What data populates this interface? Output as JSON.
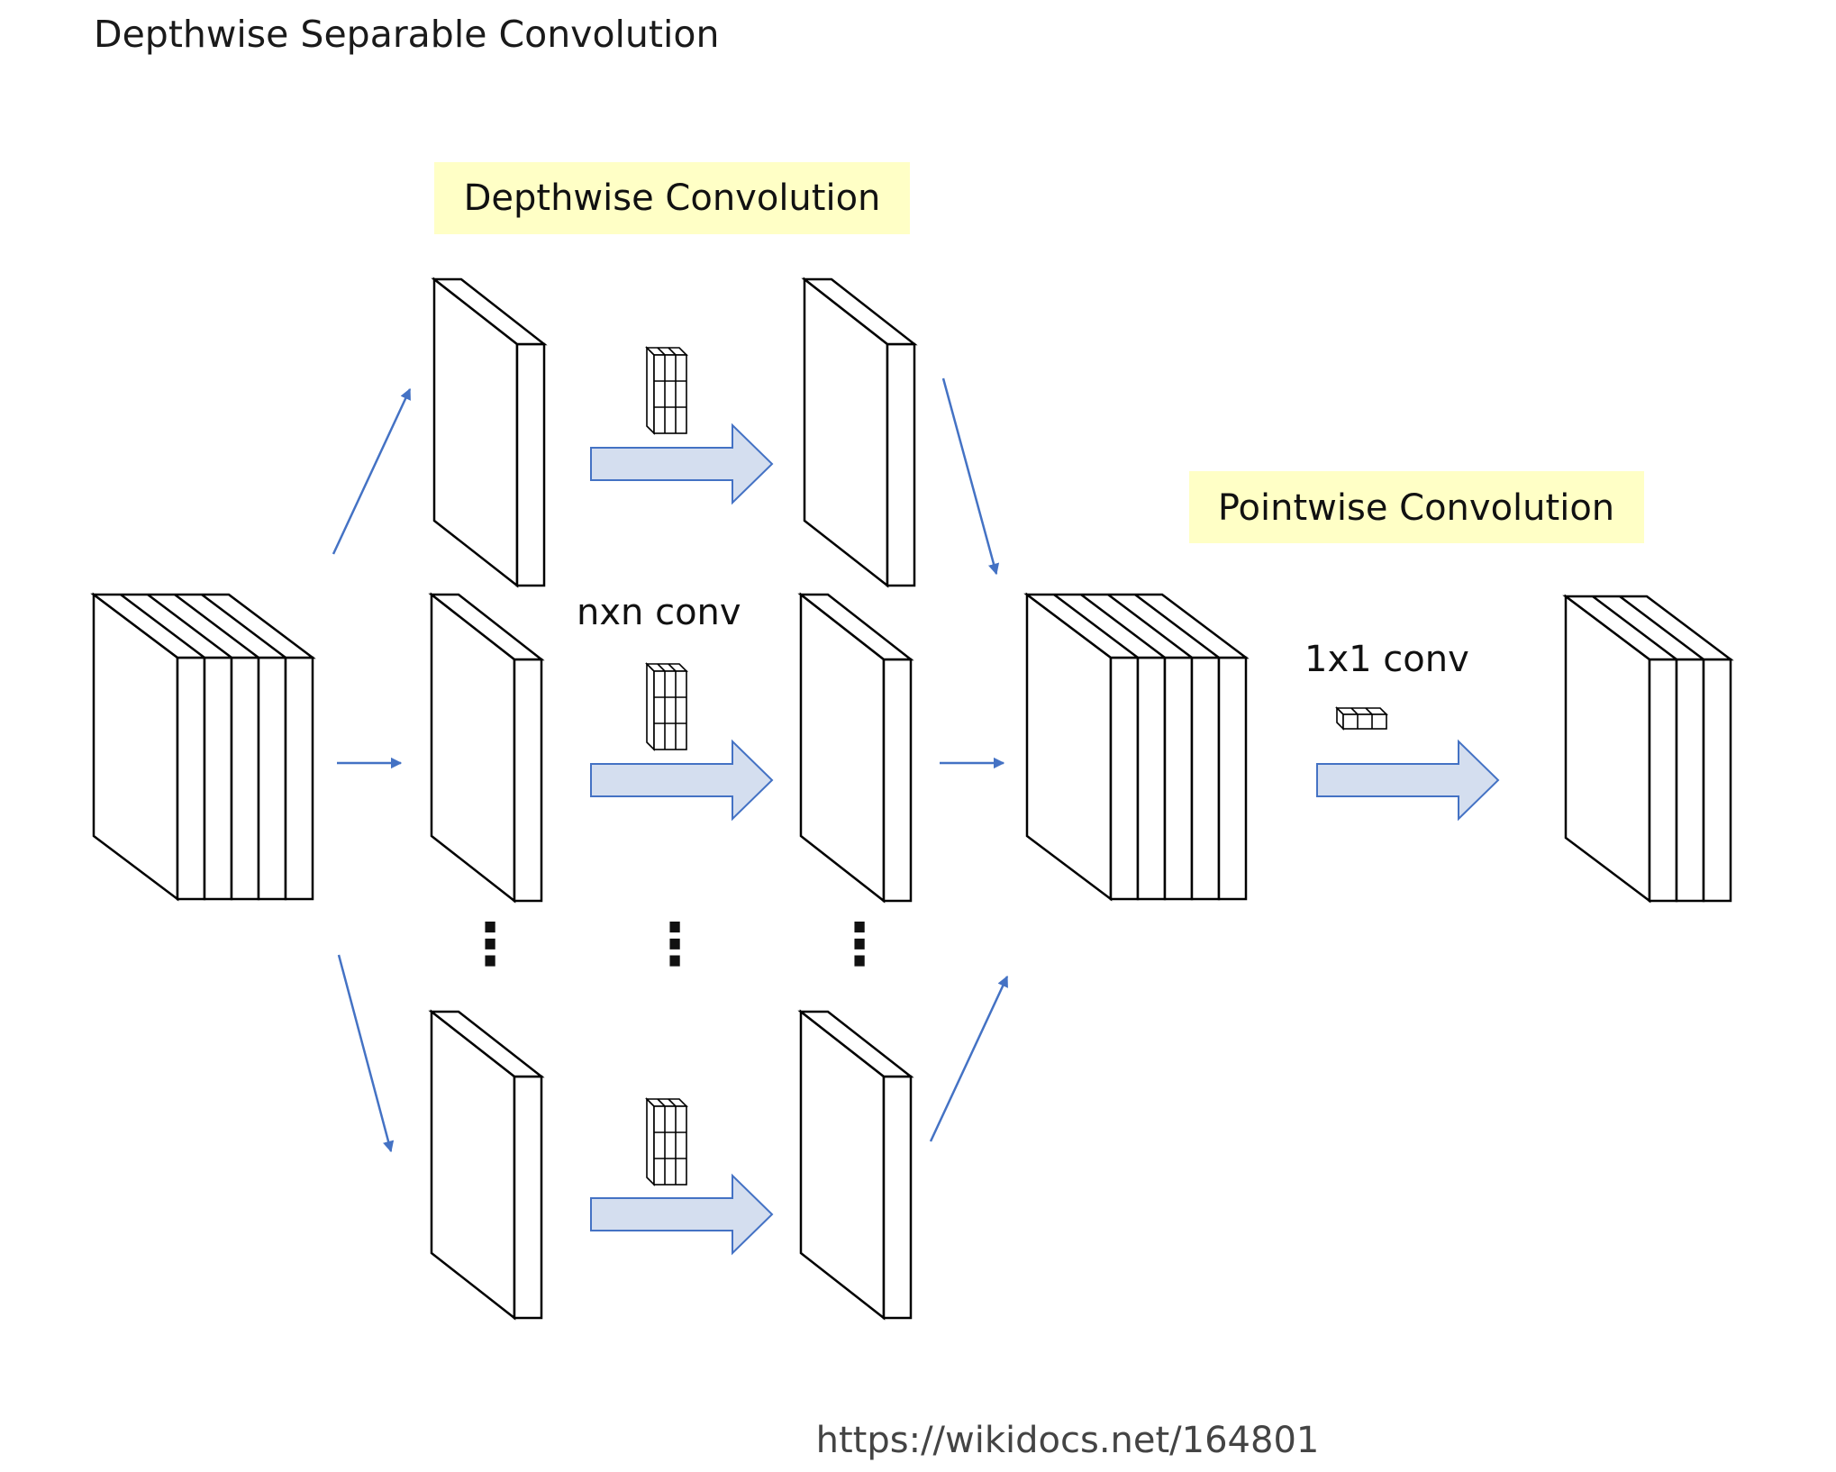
{
  "page_title": "Depthwise Separable Convolution",
  "depthwise_label": "Depthwise Convolution",
  "pointwise_label": "Pointwise Convolution",
  "nxn_label": "nxn conv",
  "one_by_one_label": "1x1 conv",
  "ellipsis_glyph": "⋮",
  "source_url": "https://wikidocs.net/164801",
  "colors": {
    "highlight": "#ffffc6",
    "arrow_fill": "#d4deef",
    "arrow_stroke": "#4472c4",
    "line_arrow": "#4472c4"
  }
}
